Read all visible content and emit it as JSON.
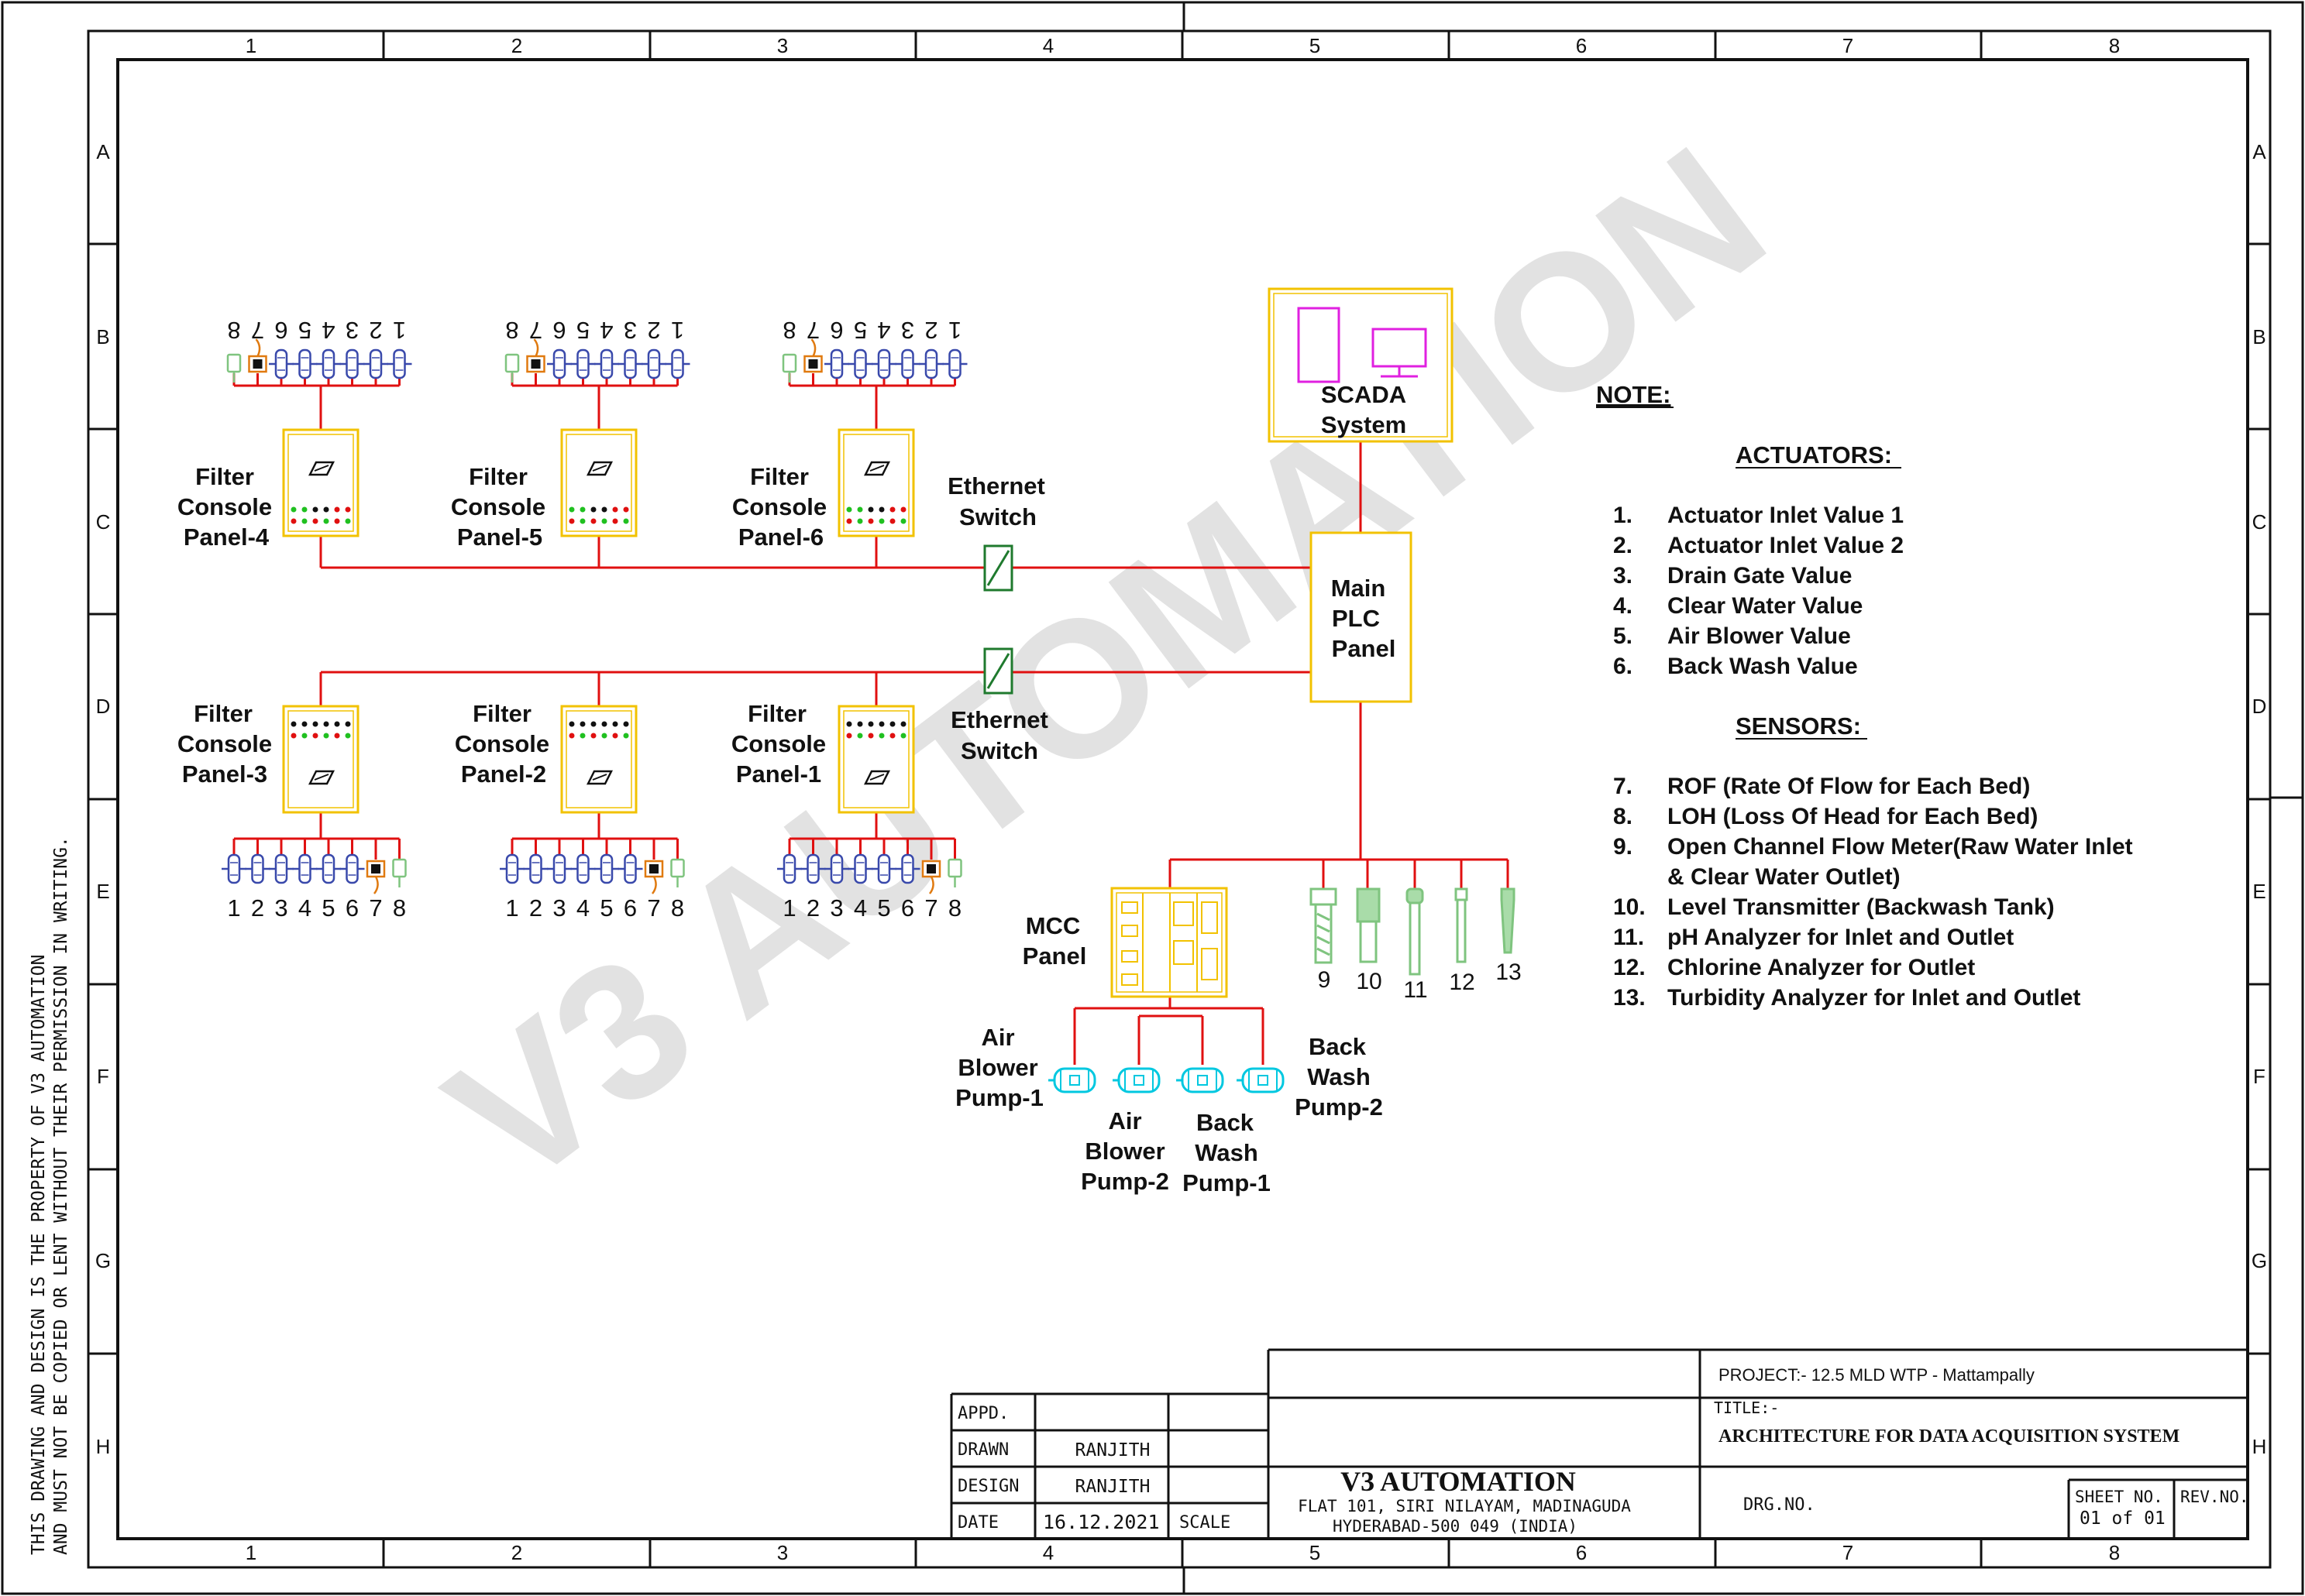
{
  "watermark": "V3 AUTOMATION",
  "colors": {
    "wire": "#e01010",
    "panel": "#f2c200",
    "scada_icon": "#e020e0",
    "actuator": "#3949ab",
    "sensor": "#7fc47f",
    "orange": "#e07a10",
    "pump": "#00c8e0",
    "switch": "#1f7a2e"
  },
  "border": {
    "columns": [
      "1",
      "2",
      "3",
      "4",
      "5",
      "6",
      "7",
      "8"
    ],
    "rows": [
      "A",
      "B",
      "C",
      "D",
      "E",
      "F",
      "G",
      "H"
    ]
  },
  "side_note": {
    "line1": "THIS DRAWING AND DESIGN IS THE PROPERTY OF V3  AUTOMATION",
    "line2": "AND MUST NOT BE COPIED OR LENT WITHOUT THEIR PERMISSION IN WRITING."
  },
  "scada": {
    "line1": "SCADA",
    "line2": "System"
  },
  "plc": {
    "line1": "Main",
    "line2": "PLC",
    "line3": "Panel"
  },
  "ethernet_switch": {
    "line1": "Ethernet",
    "line2": "Switch"
  },
  "panels": [
    {
      "line1": "Filter",
      "line2": "Console",
      "line3": "Panel-4"
    },
    {
      "line1": "Filter",
      "line2": "Console",
      "line3": "Panel-5"
    },
    {
      "line1": "Filter",
      "line2": "Console",
      "line3": "Panel-6"
    },
    {
      "line1": "Filter",
      "line2": "Console",
      "line3": "Panel-3"
    },
    {
      "line1": "Filter",
      "line2": "Console",
      "line3": "Panel-2"
    },
    {
      "line1": "Filter",
      "line2": "Console",
      "line3": "Panel-1"
    }
  ],
  "device_numbers": [
    "1",
    "2",
    "3",
    "4",
    "5",
    "6",
    "7",
    "8"
  ],
  "mcc": {
    "line1": "MCC",
    "line2": "Panel"
  },
  "pumps": [
    {
      "line1": "Air",
      "line2": "Blower",
      "line3": "Pump-1"
    },
    {
      "line1": "Air",
      "line2": "Blower",
      "line3": "Pump-2"
    },
    {
      "line1": "Back",
      "line2": "Wash",
      "line3": "Pump-1"
    },
    {
      "line1": "Back",
      "line2": "Wash",
      "line3": "Pump-2"
    }
  ],
  "sensor_numbers": [
    "9",
    "10",
    "11",
    "12",
    "13"
  ],
  "note": {
    "title": "NOTE:",
    "actuators_heading": "ACTUATORS:",
    "actuators": [
      {
        "num": "1.",
        "text": "Actuator Inlet Value 1"
      },
      {
        "num": "2.",
        "text": "Actuator Inlet Value 2"
      },
      {
        "num": "3.",
        "text": "Drain Gate Value"
      },
      {
        "num": "4.",
        "text": "Clear Water Value"
      },
      {
        "num": "5.",
        "text": "Air Blower Value"
      },
      {
        "num": "6.",
        "text": "Back Wash Value"
      }
    ],
    "sensors_heading": "SENSORS:",
    "sensors": [
      {
        "num": "7.",
        "text": "ROF (Rate Of Flow for Each Bed)"
      },
      {
        "num": "8.",
        "text": "LOH (Loss Of Head for Each Bed)"
      },
      {
        "num": "9.",
        "text": "Open Channel Flow Meter(Raw Water Inlet"
      },
      {
        "num": "",
        "text": "& Clear Water Outlet)"
      },
      {
        "num": "10.",
        "text": "Level Transmitter (Backwash Tank)"
      },
      {
        "num": "11.",
        "text": "pH Analyzer for Inlet and Outlet"
      },
      {
        "num": "12.",
        "text": "Chlorine Analyzer for Outlet"
      },
      {
        "num": "13.",
        "text": "Turbidity Analyzer for Inlet and Outlet"
      }
    ]
  },
  "title_block": {
    "appd_label": "APPD.",
    "drawn_label": "DRAWN",
    "drawn_value": "RANJITH",
    "design_label": "DESIGN",
    "design_value": "RANJITH",
    "date_label": "DATE",
    "date_value": "16.12.2021",
    "scale_label": "SCALE",
    "company": "V3  AUTOMATION",
    "address1": "FLAT 101, SIRI NILAYAM, MADINAGUDA",
    "address2": "HYDERABAD-500 049  (INDIA)",
    "project": "PROJECT:- 12.5 MLD WTP - Mattampally",
    "title_label": "TITLE:-",
    "title_value": "ARCHITECTURE FOR DATA ACQUISITION SYSTEM",
    "drg_label": "DRG.NO.",
    "sheet_label": "SHEET  NO.",
    "sheet_value": "01  of  01",
    "rev_label": "REV.NO."
  }
}
